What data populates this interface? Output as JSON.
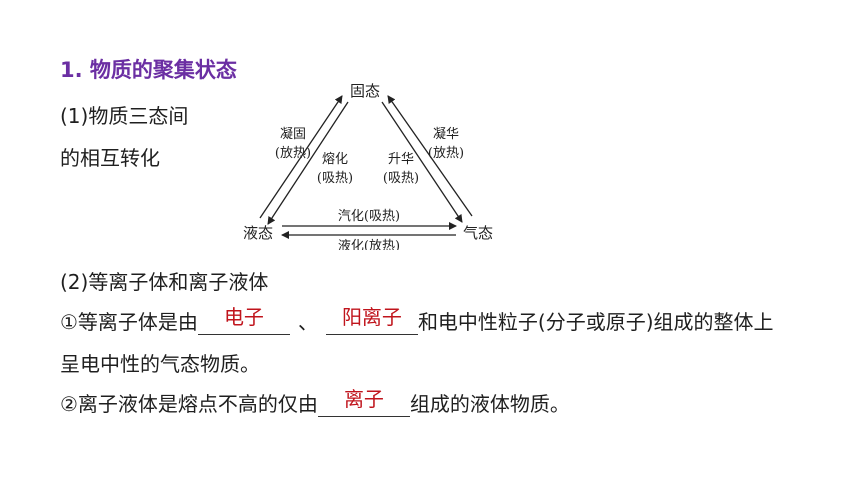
{
  "section_title": "1. 物质的聚集状态",
  "part1": {
    "line1": "(1)物质三态间",
    "line2": "的相互转化"
  },
  "diagram": {
    "solid": "固态",
    "liquid": "液态",
    "gas": "气态",
    "solidify": "凝固",
    "solidify_heat": "(放热)",
    "melt": "熔化",
    "melt_heat": "(吸热)",
    "sublime": "升华",
    "sublime_heat": "(吸热)",
    "deposit": "凝华",
    "deposit_heat": "(放热)",
    "vaporize": "汽化(吸热)",
    "liquefy": "液化(放热)"
  },
  "part2": {
    "heading": "(2)等离子体和离子液体",
    "item1_prefix": "①等离子体是由",
    "item1_answer1": "电子",
    "item1_sep": "、",
    "item1_answer2": "阳离子",
    "item1_suffix": "和电中性粒子(分子或原子)组成的整体上",
    "item1_line2": "呈电中性的气态物质。",
    "item2_prefix": "②离子液体是熔点不高的仅由",
    "item2_answer": "离子",
    "item2_suffix": "组成的液体物质。"
  }
}
